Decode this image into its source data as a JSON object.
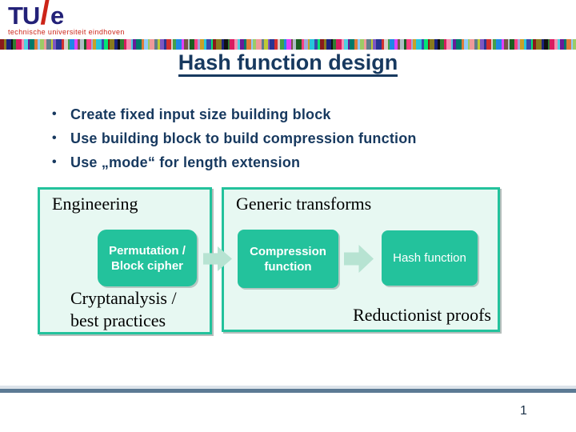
{
  "colors": {
    "accent_green": "#23c29c",
    "panel_bg": "#e7f8f2",
    "pale_arrow": "#b7e3d2",
    "navy": "#17395f",
    "footer_slate": "#5c7a94",
    "footer_light": "#dce3ea",
    "logo_blue": "#232178",
    "logo_red": "#cc2418"
  },
  "logo": {
    "tu": "TU",
    "slash": "/",
    "e": "e",
    "subtitle": "technische universiteit eindhoven"
  },
  "stripe": {
    "colors": [
      "#8b1a1a",
      "#8a7a1e",
      "#1a237e",
      "#111111",
      "#2e7d32",
      "#d81b60",
      "#f48fb1",
      "#4dd0e1",
      "#6a1b9a",
      "#00796b",
      "#e07b39",
      "#90caf9",
      "#9ccc65",
      "#ef9a9a",
      "#607d8b",
      "#c0ca33",
      "#7e57c2",
      "#283593",
      "#d32f2f",
      "#d7ccc8",
      "#43a047",
      "#1e88e5",
      "#e040fb",
      "#795548",
      "#b0bec5",
      "#1b5e20",
      "#ff4081",
      "#9fa8da",
      "#c9a227",
      "#26c6da",
      "#3949ab",
      "#00e676"
    ]
  },
  "title": "Hash function design",
  "bullets": [
    "Create fixed input size building block",
    "Use building block to build compression function",
    "Use „mode“ for length extension"
  ],
  "diagram": {
    "left_panel": {
      "heading": "Engineering",
      "node_line1": "Permutation /",
      "node_line2": "Block cipher",
      "caption_line1": "Cryptanalysis /",
      "caption_line2": "best practices"
    },
    "right_panel": {
      "heading": "Generic transforms",
      "node1_line1": "Compression",
      "node1_line2": "function",
      "node2": "Hash function",
      "caption": "Reductionist proofs"
    },
    "icons": {
      "arrow1": "arrow-right",
      "arrow2": "arrow-right"
    }
  },
  "footer": {
    "page_number": "1"
  }
}
